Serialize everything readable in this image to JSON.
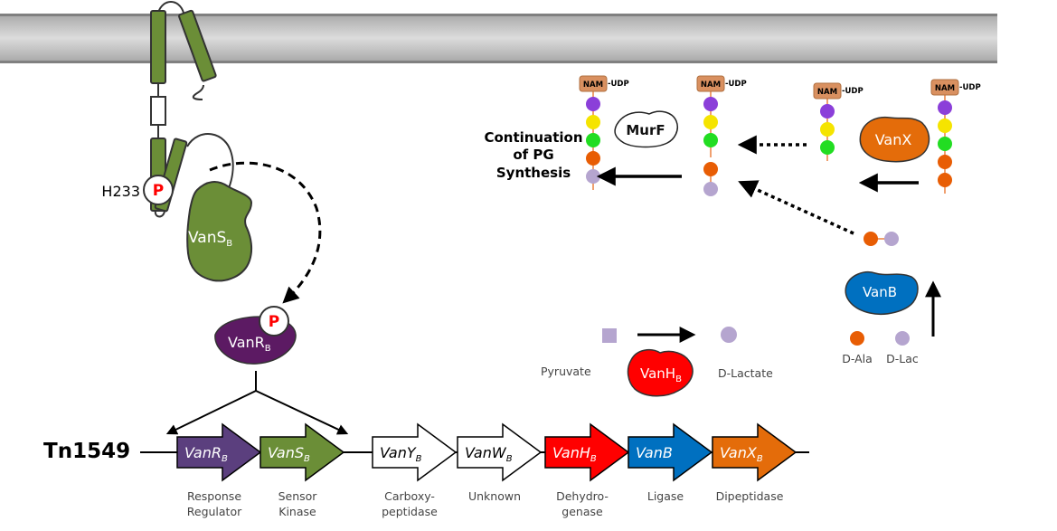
{
  "title": "VanB-type vancomycin resistance operon and pathway",
  "membrane": {
    "label": ""
  },
  "vans": {
    "name": "VanS",
    "sub": "B",
    "residue": "H233",
    "phospho": "P"
  },
  "vanr": {
    "name": "VanR",
    "sub": "B",
    "phospho": "P"
  },
  "operon": {
    "name": "Tn1549",
    "genes": [
      {
        "name": "VanR",
        "sub": "B",
        "func1": "Response",
        "func2": "Regulator",
        "color": "#5b3f7e",
        "text_color": "#ffffff"
      },
      {
        "name": "VanS",
        "sub": "B",
        "func1": "Sensor",
        "func2": "Kinase",
        "color": "#6b8e37",
        "text_color": "#ffffff"
      },
      {
        "name": "VanY",
        "sub": "B",
        "func1": "Carboxy-",
        "func2": "peptidase",
        "color": "#ffffff",
        "text_color": "#000000"
      },
      {
        "name": "VanW",
        "sub": "B",
        "func1": "Unknown",
        "func2": "",
        "color": "#ffffff",
        "text_color": "#000000"
      },
      {
        "name": "VanH",
        "sub": "B",
        "func1": "Dehydro-",
        "func2": "genase",
        "color": "#ff0000",
        "text_color": "#ffffff"
      },
      {
        "name": "VanB",
        "sub": "",
        "func1": "Ligase",
        "func2": "",
        "color": "#0070c0",
        "text_color": "#ffffff"
      },
      {
        "name": "VanX",
        "sub": "B",
        "func1": "Dipeptidase",
        "func2": "",
        "color": "#e46c0a",
        "text_color": "#ffffff"
      }
    ]
  },
  "pathway": {
    "nam_label": "NAM",
    "udp_label": "-UDP",
    "continuation": [
      "Continuation",
      "of PG",
      "Synthesis"
    ],
    "murf": "MurF",
    "vanx": "VanX",
    "vanb": "VanB",
    "vanh": {
      "name": "VanH",
      "sub": "B"
    },
    "pyruvate": "Pyruvate",
    "d_lactate": "D-Lactate",
    "d_ala": "D-Ala",
    "d_lac": "D-Lac"
  },
  "colors": {
    "green": "#6b8e37",
    "purple_protein": "#5c1a63",
    "red_p": "#ff0000",
    "nam": "#d99060",
    "bead_purple": "#8b3fd9",
    "bead_yellow": "#f5e400",
    "bead_green": "#22dd22",
    "bead_orange": "#e85d04",
    "bead_lilac": "#b5a5cf"
  }
}
